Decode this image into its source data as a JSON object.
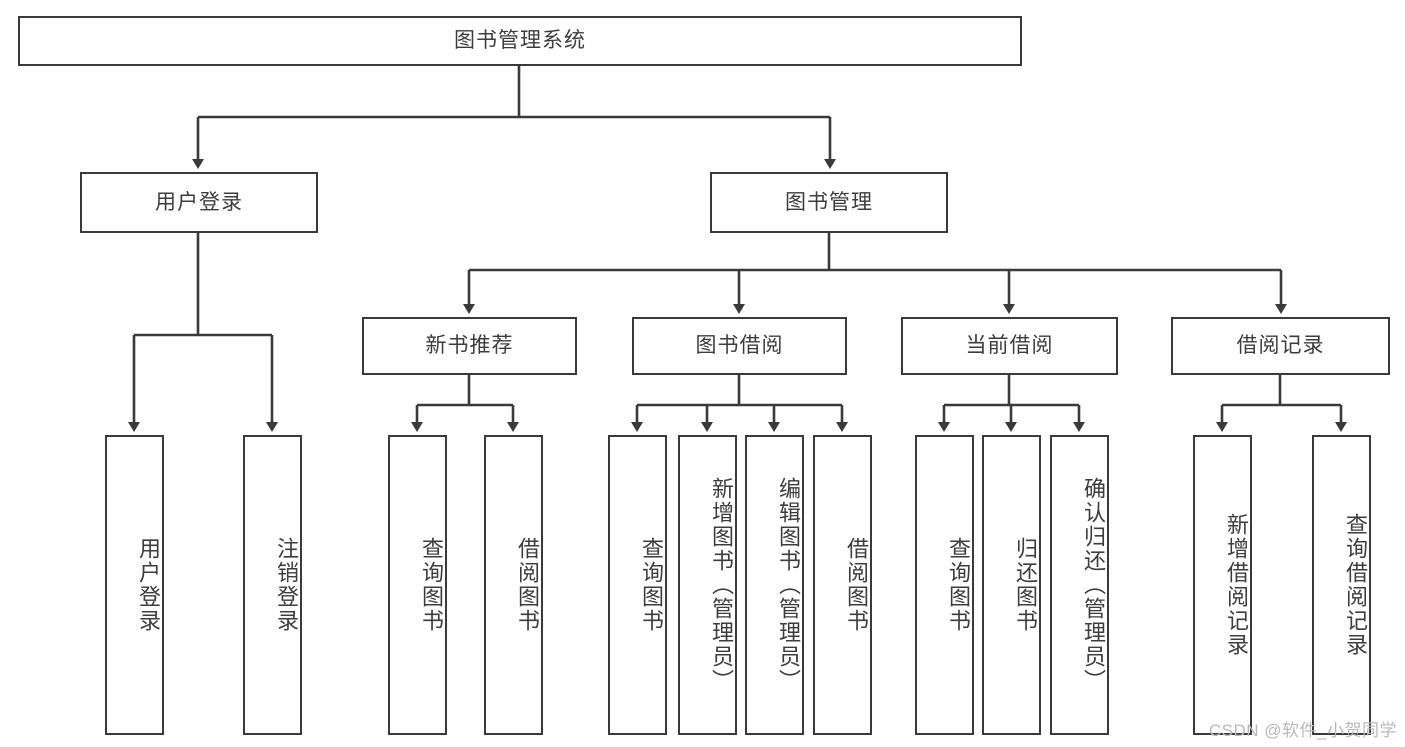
{
  "diagram": {
    "title": "图书管理系统",
    "type": "tree-hierarchy",
    "root": {
      "label": "图书管理系统"
    },
    "level1": [
      {
        "label": "用户登录"
      },
      {
        "label": "图书管理"
      }
    ],
    "level2": [
      {
        "label": "新书推荐"
      },
      {
        "label": "图书借阅"
      },
      {
        "label": "当前借阅"
      },
      {
        "label": "借阅记录"
      }
    ],
    "leaves": {
      "user_login": [
        {
          "label": "用户登录"
        },
        {
          "label": "注销登录"
        }
      ],
      "new_book_recommend": [
        {
          "label": "查询图书"
        },
        {
          "label": "借阅图书"
        }
      ],
      "book_borrow": [
        {
          "label": "查询图书"
        },
        {
          "label": "新增图书（管理员）"
        },
        {
          "label": "编辑图书（管理员）"
        },
        {
          "label": "借阅图书"
        }
      ],
      "current_borrow": [
        {
          "label": "查询图书"
        },
        {
          "label": "归还图书"
        },
        {
          "label": "确认归还（管理员）"
        }
      ],
      "borrow_records": [
        {
          "label": "新增借阅记录"
        },
        {
          "label": "查询借阅记录"
        }
      ]
    }
  },
  "watermark": {
    "text": "CSDN @软件_小贺同学"
  },
  "colors": {
    "stroke": "#3a3a3a",
    "text": "#3d3d3d",
    "background": "#ffffff",
    "watermark": "#b9b9b9"
  }
}
